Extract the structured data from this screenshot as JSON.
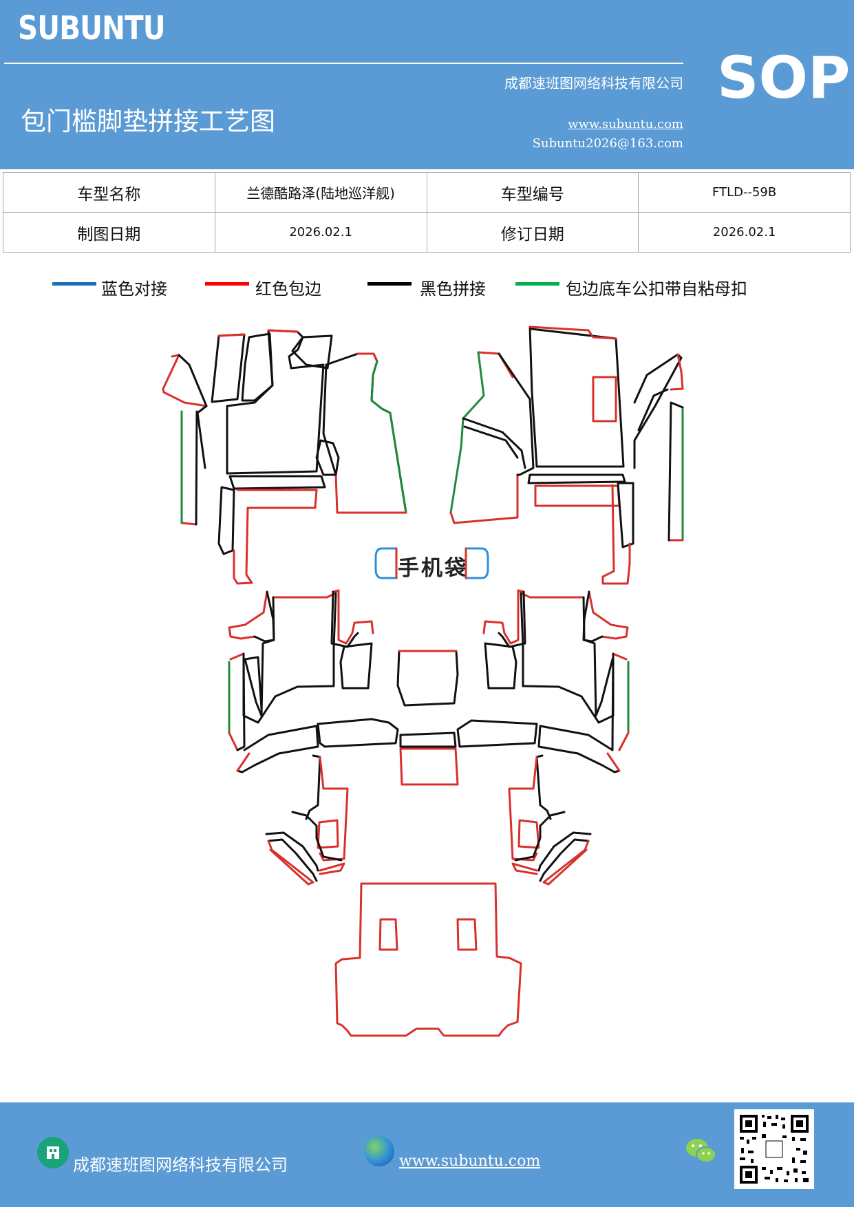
{
  "header": {
    "brand": "SUBUNTU",
    "doc_title": "包门槛脚垫拼接工艺图",
    "company": "成都速班图网络科技有限公司",
    "website": "www.subuntu.com",
    "email": "Subuntu2026@163.com",
    "sop": "SOP"
  },
  "info_table": {
    "model_name_label": "车型名称",
    "model_name_value": "兰德酷路泽(陆地巡洋舰)",
    "model_code_label": "车型编号",
    "model_code_value": "FTLD--59B",
    "draw_date_label": "制图日期",
    "draw_date_value": "2026.02.1",
    "revise_date_label": "修订日期",
    "revise_date_value": "2026.02.1"
  },
  "legend": [
    {
      "label": "蓝色对接",
      "color": "#1f6fc0"
    },
    {
      "label": "红色包边",
      "color": "#ff0000"
    },
    {
      "label": "黑色拼接",
      "color": "#000000"
    },
    {
      "label": "包边底车公扣带自粘母扣",
      "color": "#00b050"
    }
  ],
  "diagram": {
    "phone_pocket_label": "手机袋",
    "colors": {
      "red": "#d9302c",
      "black": "#111111",
      "green": "#1f8a3a",
      "blue": "#2e8fd8"
    }
  },
  "footer": {
    "company": "成都速班图网络科技有限公司",
    "website": "www.subuntu.com",
    "icons": [
      "building-icon",
      "globe-icon",
      "wechat-icon",
      "qr-code"
    ]
  }
}
